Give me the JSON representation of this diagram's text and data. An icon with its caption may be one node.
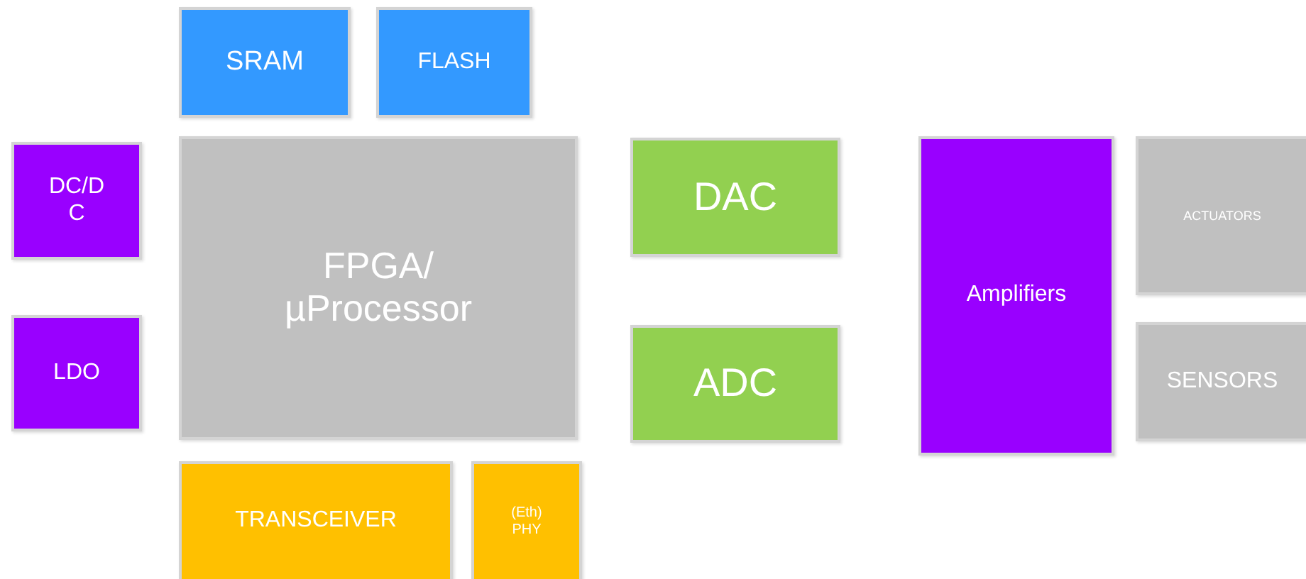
{
  "diagram": {
    "nodes": [
      {
        "text": [
          "SRAM"
        ]
      },
      {
        "text": [
          "FLASH"
        ]
      },
      {
        "text": [
          "DC/DC"
        ]
      },
      {
        "text": [
          "FPGA/ µProcessor"
        ]
      },
      {
        "text": [
          "LDO"
        ]
      },
      {
        "text": [
          "DAC"
        ]
      },
      {
        "text": [
          "ADC"
        ]
      },
      {
        "text": [
          "Amplifiers"
        ]
      },
      {
        "text": [
          "ACTUATORS"
        ]
      },
      {
        "text": [
          "SENSORS"
        ]
      },
      {
        "text": [
          "TRANSCEIVER"
        ]
      },
      {
        "text": [
          "(Eth) PHY"
        ]
      }
    ]
  }
}
